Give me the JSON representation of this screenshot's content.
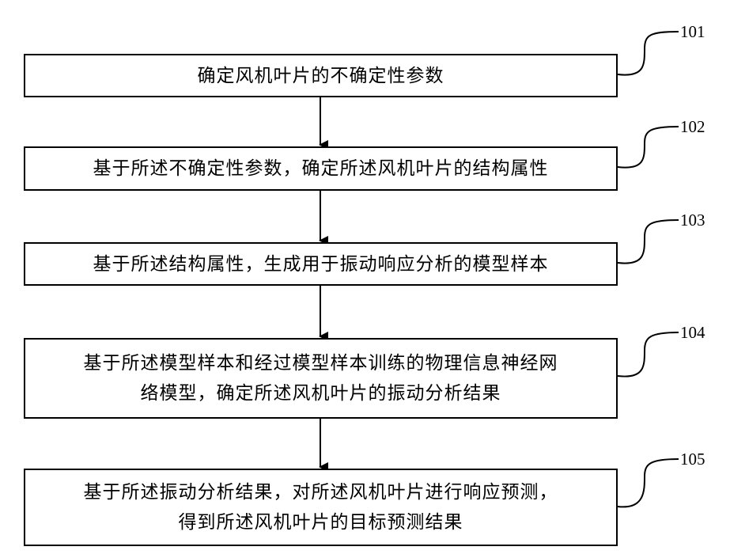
{
  "steps": [
    {
      "id": "101",
      "lines": [
        "确定风机叶片的不确定性参数"
      ]
    },
    {
      "id": "102",
      "lines": [
        "基于所述不确定性参数，确定所述风机叶片的结构属性"
      ]
    },
    {
      "id": "103",
      "lines": [
        "基于所述结构属性，生成用于振动响应分析的模型样本"
      ]
    },
    {
      "id": "104",
      "lines": [
        "基于所述模型样本和经过模型样本训练的物理信息神经网",
        "络模型，确定所述风机叶片的振动分析结果"
      ]
    },
    {
      "id": "105",
      "lines": [
        "基于所述振动分析结果，对所述风机叶片进行响应预测，",
        "得到所述风机叶片的目标预测结果"
      ]
    }
  ]
}
